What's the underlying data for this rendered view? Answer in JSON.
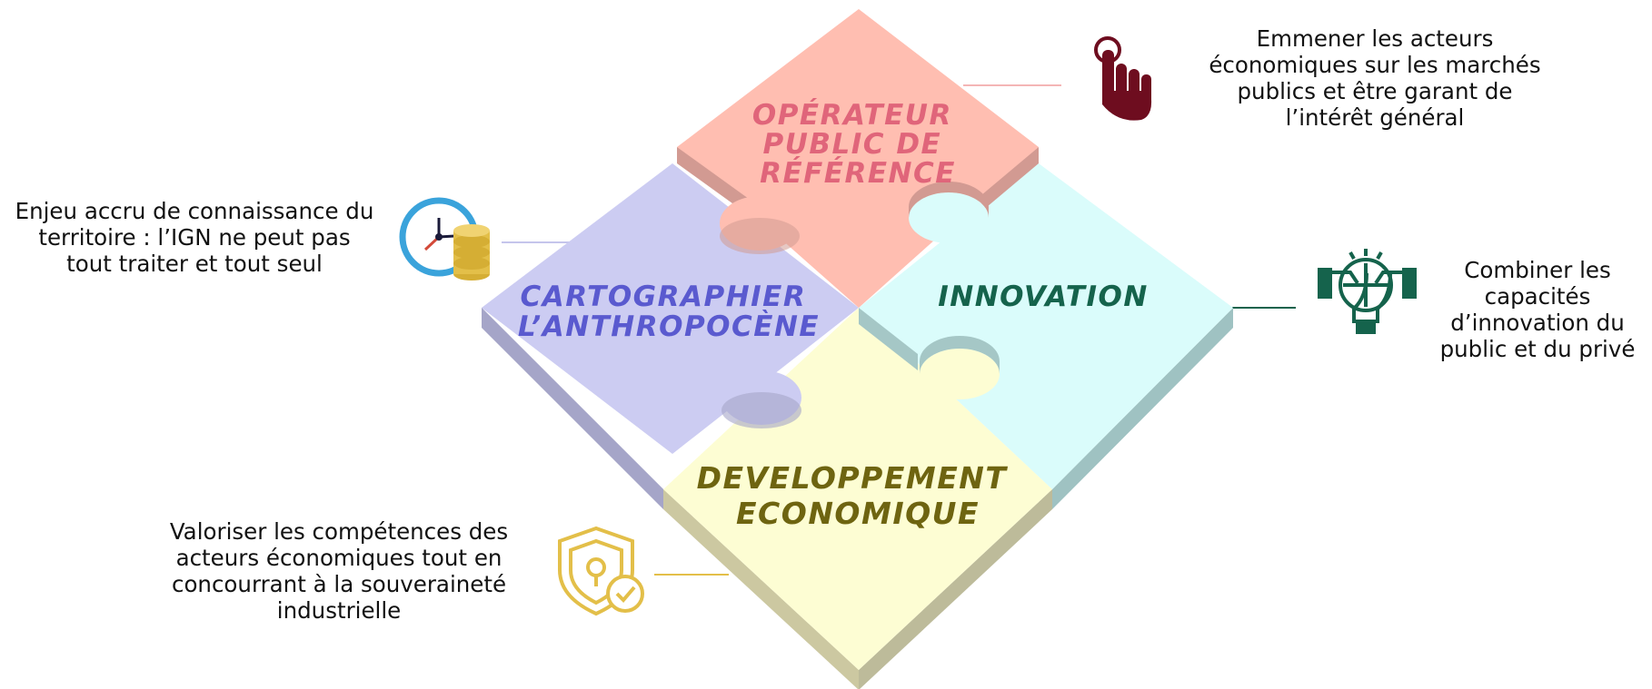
{
  "pieces": [
    {
      "id": "operateur",
      "title_lines": [
        "OPÉRATEUR",
        "PUBLIC DE",
        "RÉFÉRENCE"
      ],
      "color": "#FFBEB1",
      "text_color": "#E0657A"
    },
    {
      "id": "cartographier",
      "title_lines": [
        "CARTOGRAPHIER",
        "L’ANTHROPOCÈNE"
      ],
      "color": "#CCCCF2",
      "text_color": "#5A5ACF"
    },
    {
      "id": "innovation",
      "title_lines": [
        "INNOVATION"
      ],
      "color": "#DAFCFB",
      "text_color": "#15634C"
    },
    {
      "id": "developpement",
      "title_lines": [
        "DEVELOPPEMENT",
        "ECONOMIQUE"
      ],
      "color": "#FDFDD3",
      "text_color": "#6E6410"
    }
  ],
  "descriptions": {
    "operateur": [
      "Emmener les acteurs",
      "économiques sur les marchés",
      "publics et être garant de",
      "l’intérêt général"
    ],
    "cartographier": [
      "Enjeu accru de connaissance du",
      "territoire : l’IGN ne peut pas",
      "tout traiter et tout seul"
    ],
    "innovation": [
      "Combiner les",
      "capacités",
      "d’innovation du",
      "public et du privé"
    ],
    "developpement": [
      "Valoriser les compétences des",
      "acteurs économiques tout en",
      "concourrant à la souveraineté",
      "industrielle"
    ]
  },
  "icons": {
    "operateur": "hand-pointer-icon",
    "cartographier": "clock-coins-icon",
    "innovation": "lightbulb-puzzle-icon",
    "developpement": "shield-lock-icon"
  },
  "colors": {
    "operateur_icon": "#6E0D1F",
    "cartographier_icon_clock": "#3AA3DB",
    "cartographier_icon_coins": "#E3BF49",
    "innovation_icon": "#15634C",
    "developpement_icon": "#E3BF49",
    "operateur_line": "#F4B5B5",
    "cartographier_line": "#C5C5EC",
    "innovation_line": "#15634C",
    "developpement_line": "#E3BF49"
  }
}
